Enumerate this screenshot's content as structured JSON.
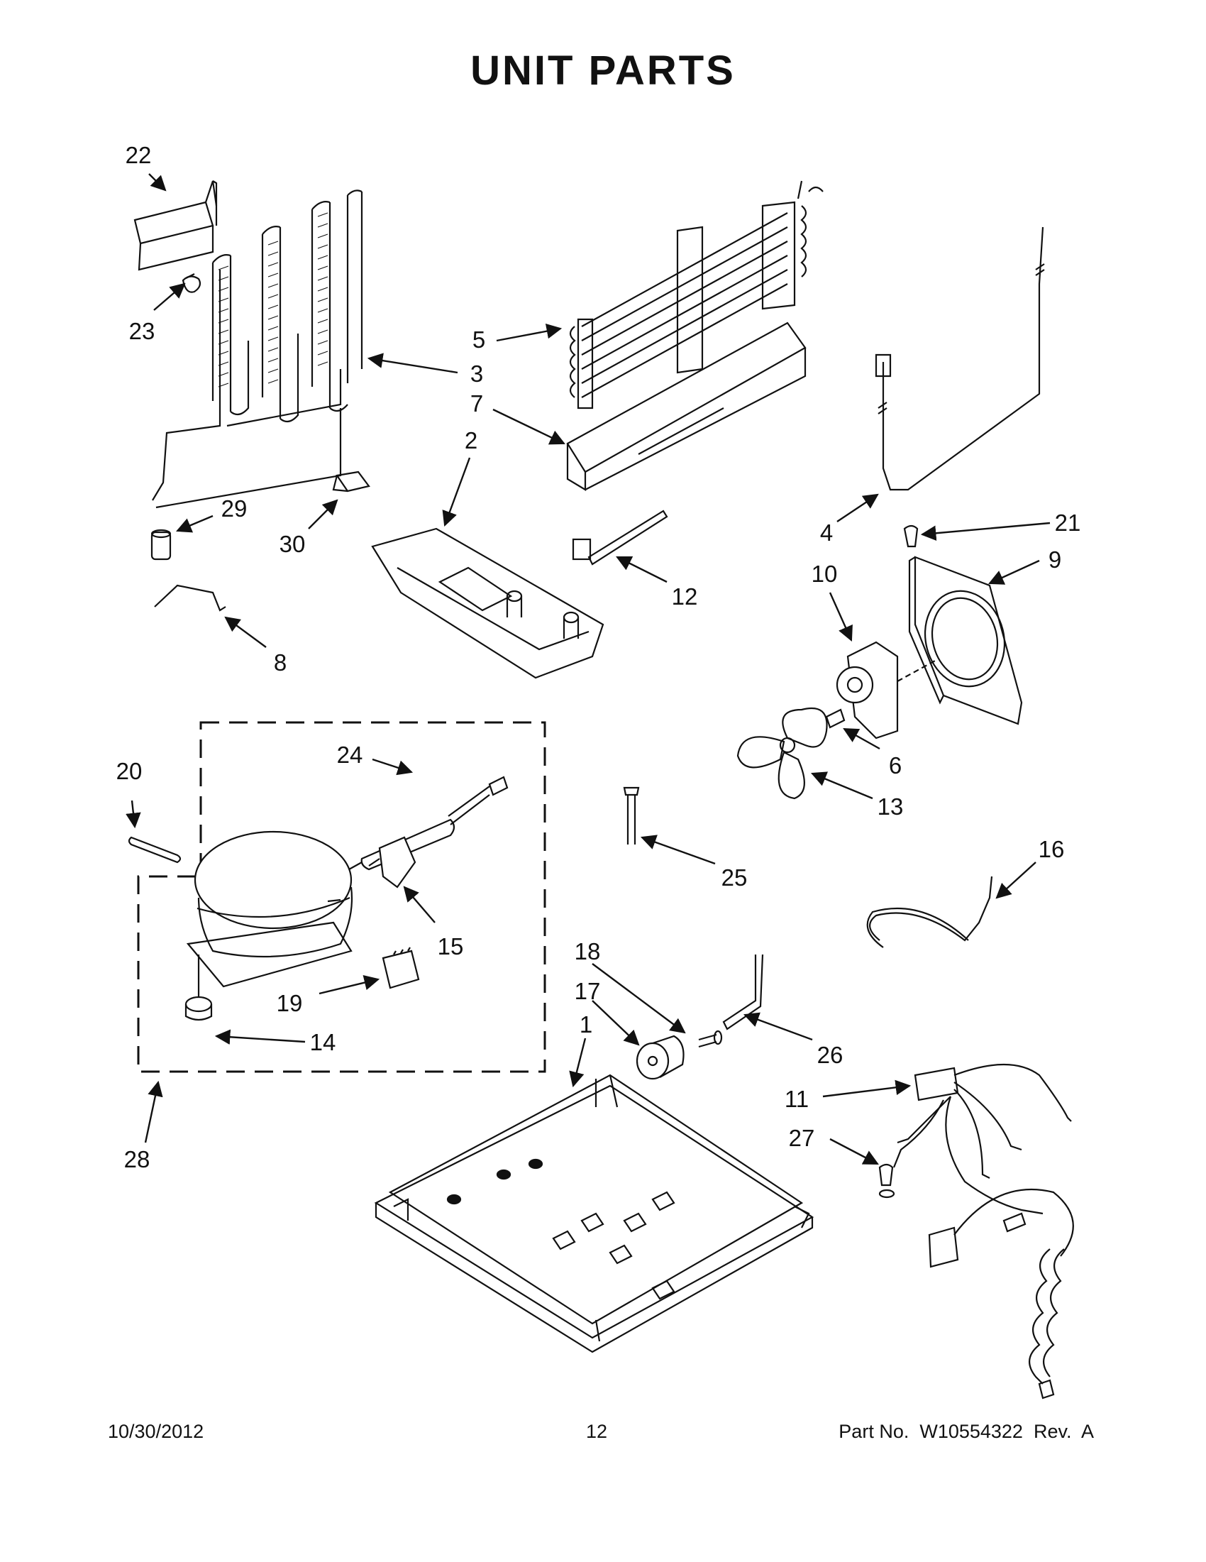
{
  "title": "UNIT PARTS",
  "callouts": [
    {
      "id": "22",
      "label": "22"
    },
    {
      "id": "23",
      "label": "23"
    },
    {
      "id": "3",
      "label": "3"
    },
    {
      "id": "5",
      "label": "5"
    },
    {
      "id": "7",
      "label": "7"
    },
    {
      "id": "2",
      "label": "2"
    },
    {
      "id": "29",
      "label": "29"
    },
    {
      "id": "30",
      "label": "30"
    },
    {
      "id": "8",
      "label": "8"
    },
    {
      "id": "12",
      "label": "12"
    },
    {
      "id": "4",
      "label": "4"
    },
    {
      "id": "21",
      "label": "21"
    },
    {
      "id": "9",
      "label": "9"
    },
    {
      "id": "10",
      "label": "10"
    },
    {
      "id": "6",
      "label": "6"
    },
    {
      "id": "13",
      "label": "13"
    },
    {
      "id": "20",
      "label": "20"
    },
    {
      "id": "24",
      "label": "24"
    },
    {
      "id": "15",
      "label": "15"
    },
    {
      "id": "19",
      "label": "19"
    },
    {
      "id": "14",
      "label": "14"
    },
    {
      "id": "28",
      "label": "28"
    },
    {
      "id": "25",
      "label": "25"
    },
    {
      "id": "16",
      "label": "16"
    },
    {
      "id": "18",
      "label": "18"
    },
    {
      "id": "17",
      "label": "17"
    },
    {
      "id": "1",
      "label": "1"
    },
    {
      "id": "26",
      "label": "26"
    },
    {
      "id": "11",
      "label": "11"
    },
    {
      "id": "27",
      "label": "27"
    }
  ],
  "footer": {
    "date": "10/30/2012",
    "page": "12",
    "part_number": "Part No.  W10554322  Rev.  A"
  }
}
